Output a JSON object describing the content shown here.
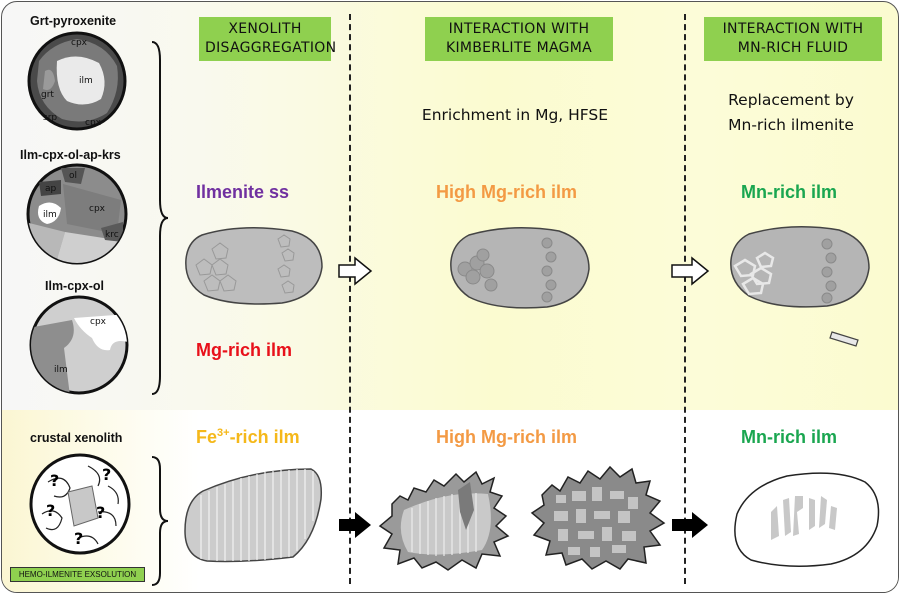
{
  "columns": {
    "col1_header": "XENOLITH\nDISAGGREGATION",
    "col2_header": "INTERACTION WITH\nKIMBERLITE MAGMA",
    "col3_header": "INTERACTION WITH\nMN-RICH FLUID"
  },
  "notes": {
    "col2_note": "Enrichment in Mg, HFSE",
    "col3_note": "Replacement by\nMn-rich ilmenite"
  },
  "labels": {
    "ilmenite_ss": "Ilmenite ss",
    "mg_rich_ilm": "Mg-rich ilm",
    "high_mg_top": "High Mg-rich ilm",
    "mn_rich_top": "Mn-rich ilm",
    "fe3_prefix": "Fe",
    "fe3_sup": "3+",
    "fe3_suffix": "-rich ilm",
    "high_mg_bottom": "High Mg-rich ilm",
    "mn_rich_bottom": "Mn-rich ilm"
  },
  "rocks": {
    "rock1_title": "Grt-pyroxenite",
    "rock2_title": "Ilm-cpx-ol-ap-krs",
    "rock3_title": "Ilm-cpx-ol",
    "rock4_title": "crustal xenolith",
    "rock1_minerals": [
      "cpx",
      "ilm",
      "grt",
      "srp",
      "cpx"
    ],
    "rock2_minerals": [
      "ol",
      "ap",
      "cpx",
      "ilm",
      "krc"
    ],
    "rock3_minerals": [
      "cpx",
      "ilm"
    ],
    "rock4_symbol": "?"
  },
  "tag": {
    "exsolution": "HEMO-ILMENITE EXSOLUTION"
  },
  "colors": {
    "header_bg": "#8fd04f",
    "purple": "#7030a0",
    "red": "#e8101a",
    "orange": "#f39a44",
    "green": "#1aa650",
    "yellow": "#f5b81a"
  }
}
